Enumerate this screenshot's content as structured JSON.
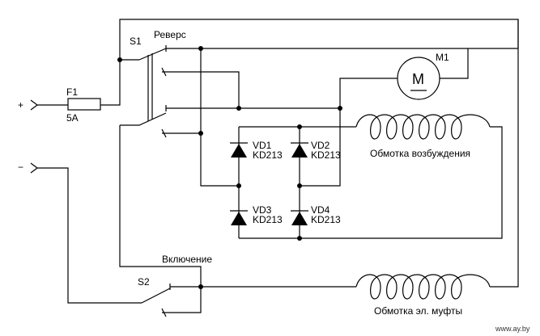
{
  "components": {
    "s1": {
      "ref": "S1",
      "name": "Реверс"
    },
    "s2": {
      "ref": "S2",
      "name": "Включение"
    },
    "f1": {
      "ref": "F1",
      "rating": "5A"
    },
    "m1": {
      "ref": "M1",
      "symbol": "M"
    },
    "vd1": {
      "ref": "VD1",
      "part": "KD213"
    },
    "vd2": {
      "ref": "VD2",
      "part": "KD213"
    },
    "vd3": {
      "ref": "VD3",
      "part": "KD213"
    },
    "vd4": {
      "ref": "VD4",
      "part": "KD213"
    },
    "field_coil": {
      "label": "Обмотка   возбуждения"
    },
    "clutch_coil": {
      "label": "Обмотка эл. муфты"
    }
  },
  "terminals": {
    "plus": "+",
    "minus": "−"
  },
  "watermark": "www.ay.by"
}
